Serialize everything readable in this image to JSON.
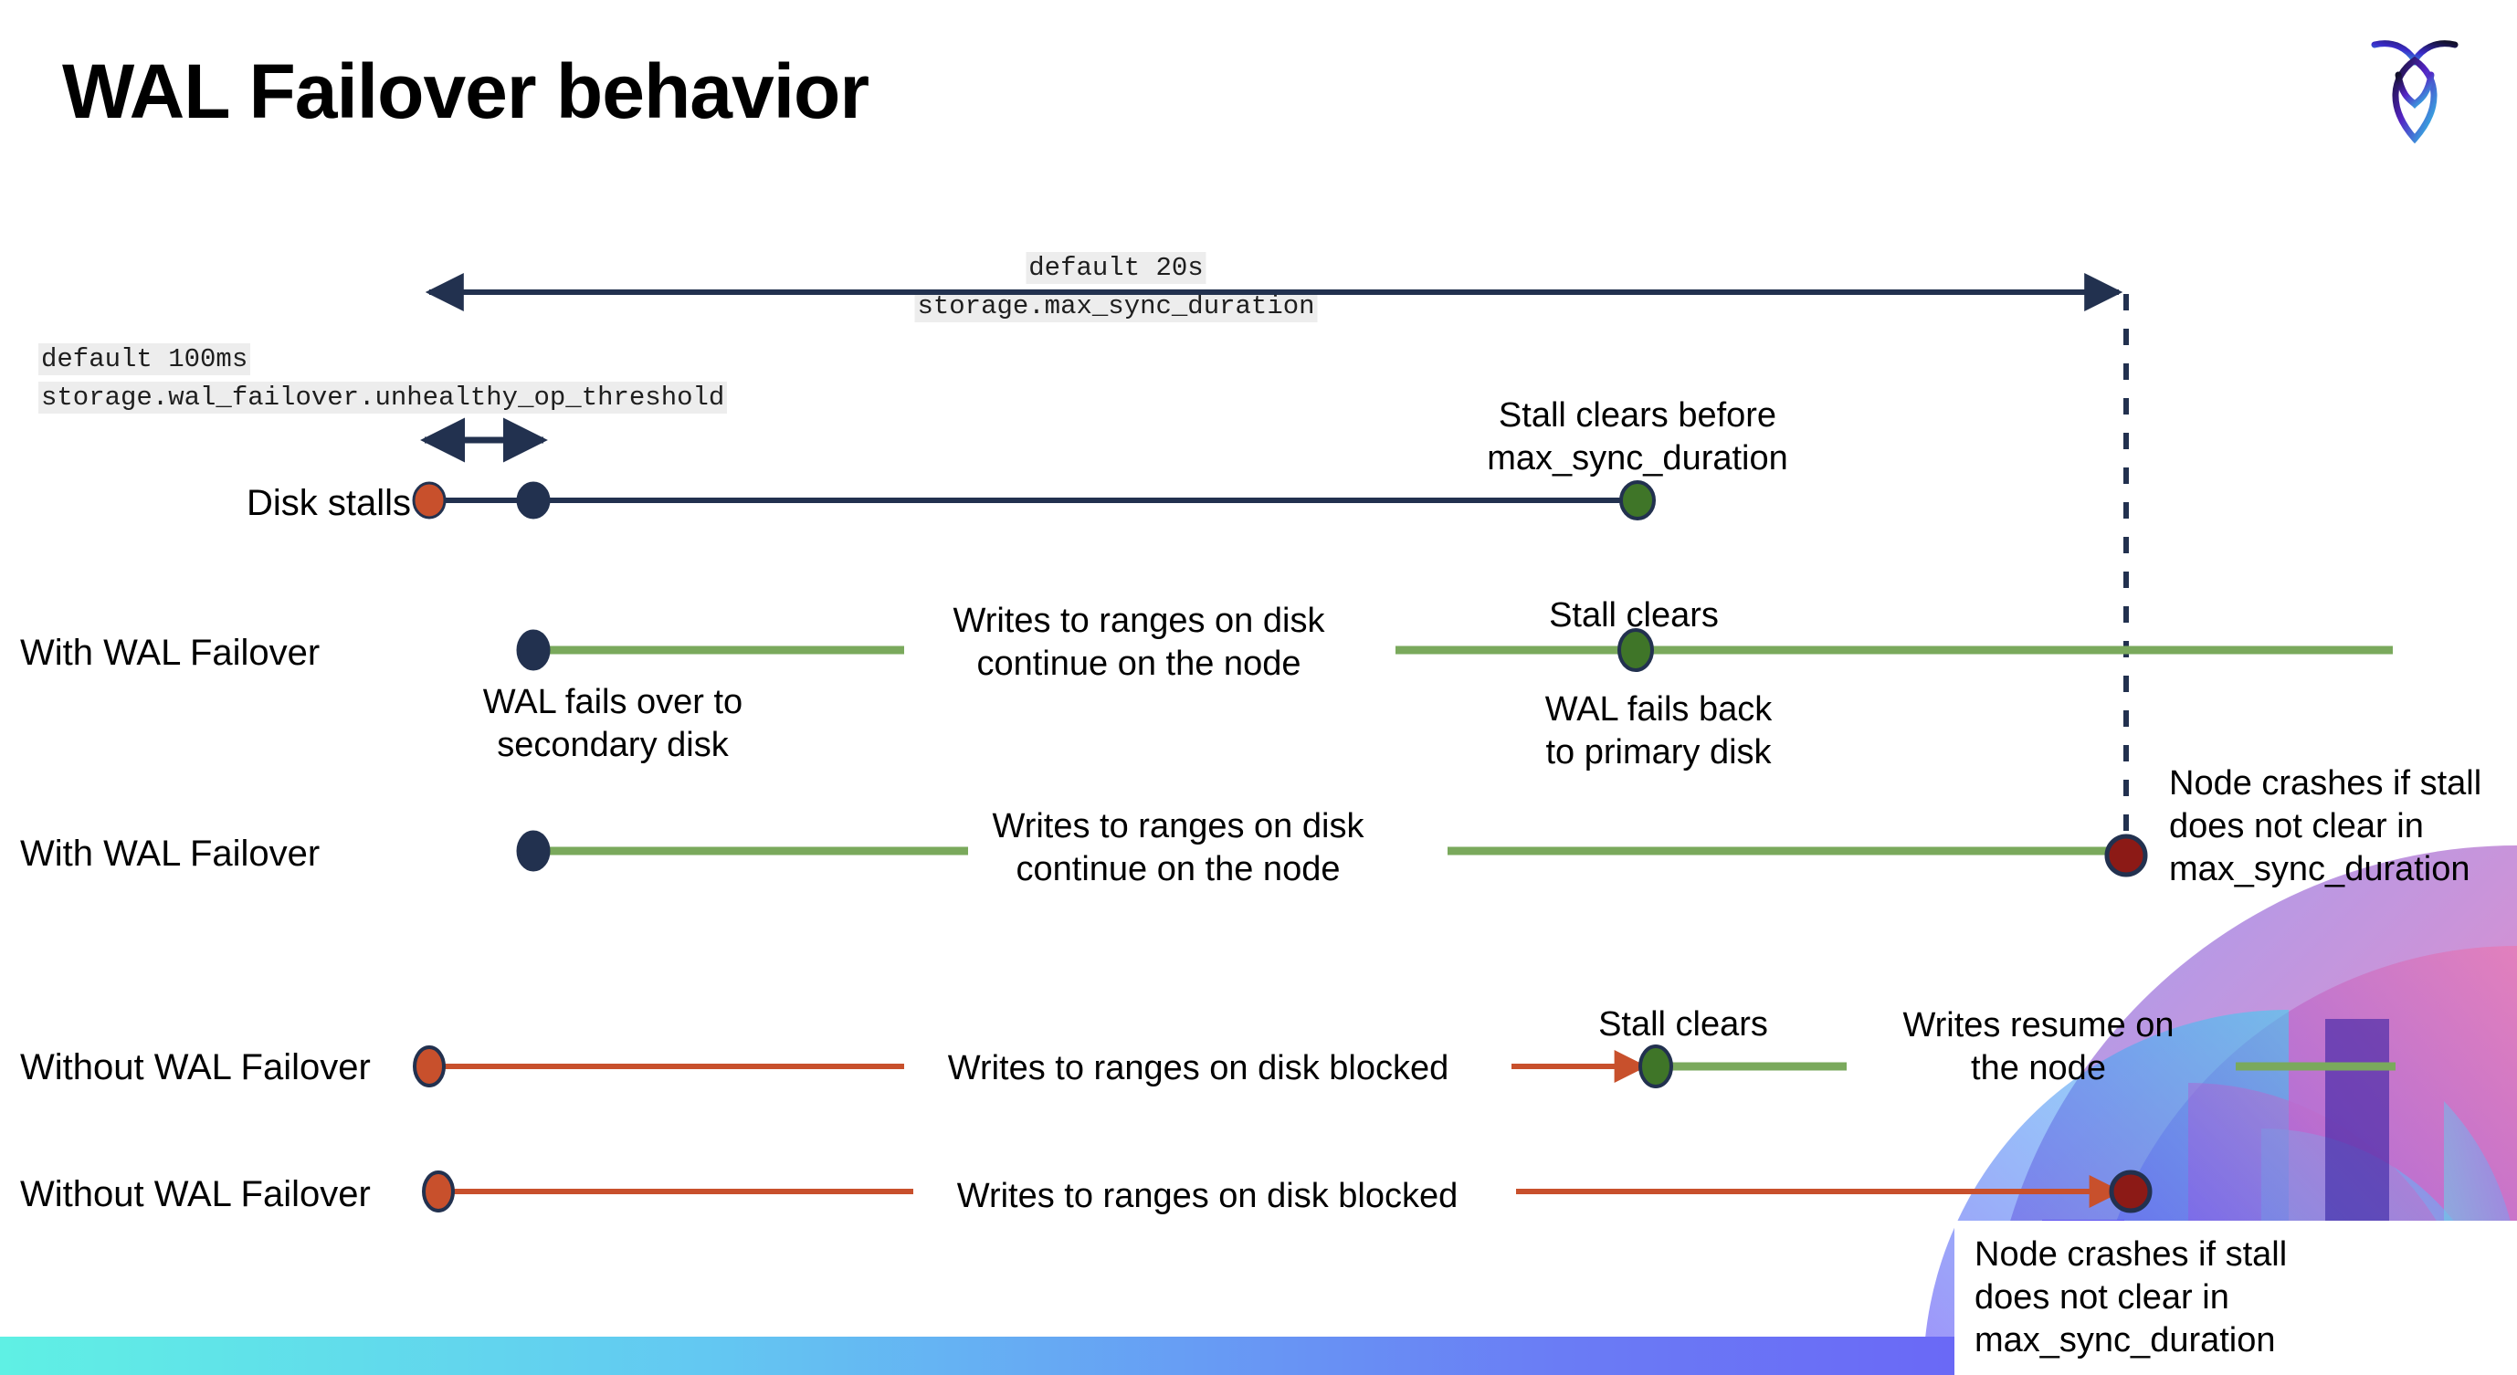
{
  "slide": {
    "title": "WAL Failover behavior",
    "logo_name": "cockroachdb-logo"
  },
  "settings": {
    "max_sync": {
      "default": "default 20s",
      "name": "storage.max_sync_duration"
    },
    "unhealthy": {
      "default": "default 100ms",
      "name": "storage.wal_failover.unhealthy_op_threshold"
    }
  },
  "rows": [
    {
      "id": "disk-stalls",
      "label": "Disk stalls"
    },
    {
      "id": "with-wal-1",
      "label": "With WAL Failover"
    },
    {
      "id": "with-wal-2",
      "label": "With WAL Failover"
    },
    {
      "id": "without-wal-1",
      "label": "Without WAL Failover"
    },
    {
      "id": "without-wal-2",
      "label": "Without WAL Failover"
    }
  ],
  "annotations": {
    "stall_clears_before": "Stall clears before\nmax_sync_duration",
    "stall_clears_before_l1": "Stall clears before",
    "stall_clears_before_l2": "max_sync_duration",
    "writes_continue_l1": "Writes to ranges on disk",
    "writes_continue_l2": "continue on the node",
    "stall_clears": "Stall clears",
    "wal_fails_over_l1": "WAL fails over to",
    "wal_fails_over_l2": "secondary disk",
    "wal_fails_back_l1": "WAL fails  back",
    "wal_fails_back_l2": "to primary disk",
    "node_crashes_l1": "Node crashes if stall",
    "node_crashes_l2": "does not clear in",
    "node_crashes_l3": "max_sync_duration",
    "writes_blocked": "Writes to ranges on disk  blocked",
    "writes_resume_l1": "Writes resume on",
    "writes_resume_l2": "the node"
  },
  "colors": {
    "navy": "#22314f",
    "green_line": "#7aa95c",
    "green_dot": "#3f7528",
    "orange": "#c8502c",
    "dark_red": "#8c1a16",
    "code_bg": "#ededed",
    "bar_gradient_start": "#5ff0e4",
    "bar_gradient_end": "#6b4df7"
  }
}
